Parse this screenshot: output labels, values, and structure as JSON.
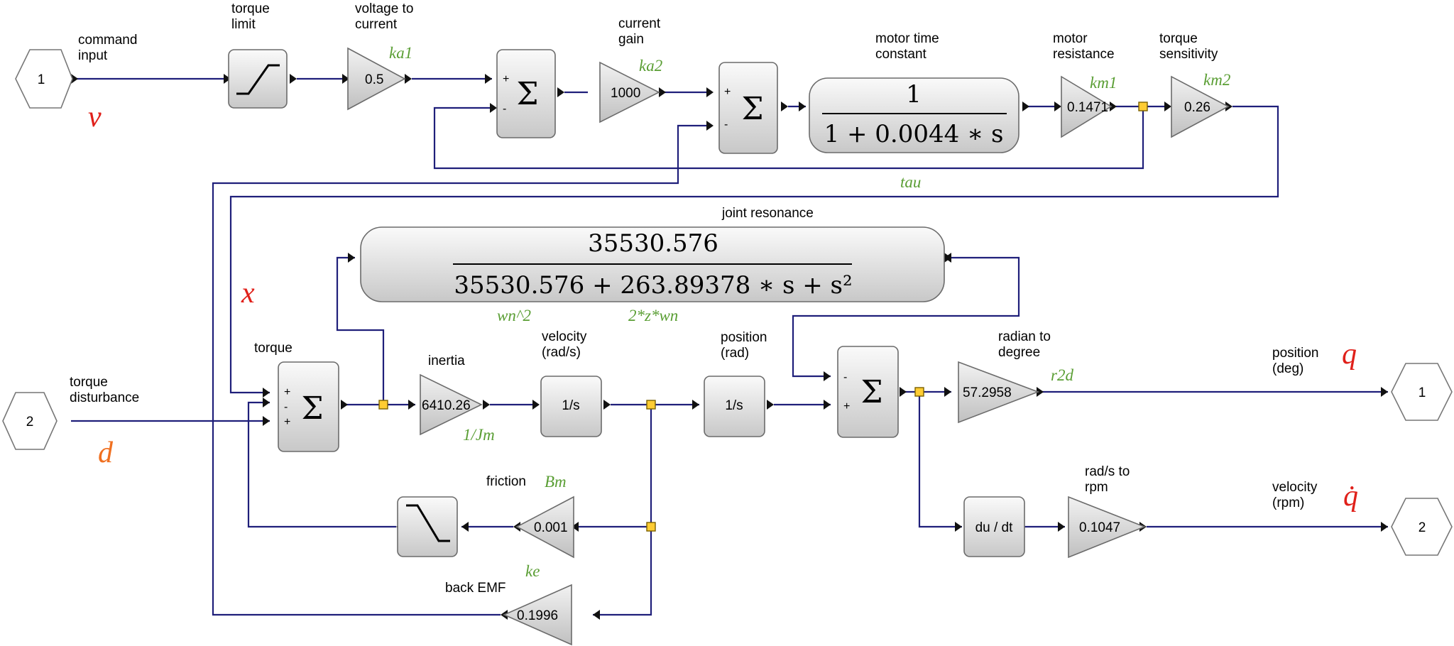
{
  "blocks": {
    "in1": {
      "port": "1",
      "label": "command\ninput",
      "symbol": "v"
    },
    "in2": {
      "port": "2",
      "label": "torque\ndisturbance",
      "symbol": "d"
    },
    "out1": {
      "port": "1",
      "label": "position\n(deg)",
      "symbol": "q"
    },
    "out2": {
      "port": "2",
      "label": "velocity\n(rpm)",
      "symbol": "q̇"
    },
    "torque_limit": {
      "label": "torque\nlimit"
    },
    "ka1": {
      "label": "voltage to\ncurrent",
      "value": "0.5",
      "param": "ka1"
    },
    "sum1": {
      "signs": [
        "+",
        "-"
      ],
      "symbol": "Σ"
    },
    "ka2": {
      "label": "current\ngain",
      "value": "1000",
      "param": "ka2"
    },
    "sum2": {
      "signs": [
        "+",
        "-"
      ],
      "symbol": "Σ"
    },
    "motor_tf": {
      "label": "motor time\nconstant",
      "numerator": "1",
      "denominator": "1 + 0.0044 ∗ s"
    },
    "km1": {
      "label": "motor\nresistance",
      "value": "0.1471",
      "param": "km1"
    },
    "km2": {
      "label": "torque\nsensitivity",
      "value": "0.26",
      "param": "km2"
    },
    "tau_label": "tau",
    "x_symbol": "x",
    "resonance_tf": {
      "label": "joint resonance",
      "numerator": "35530.576",
      "denominator": "35530.576 + 263.89378 ∗ s + s²",
      "annot1": "wn^2",
      "annot2": "2*z*wn"
    },
    "sum_torque": {
      "label": "torque",
      "signs": [
        "+",
        "-",
        "+"
      ],
      "symbol": "Σ"
    },
    "inertia": {
      "label": "inertia",
      "value": "6410.26",
      "param": "1/Jm"
    },
    "int_vel": {
      "label": "velocity\n(rad/s)",
      "value": "1/s"
    },
    "int_pos": {
      "label": "position\n(rad)",
      "value": "1/s"
    },
    "sum_pos": {
      "signs": [
        "-",
        "+"
      ],
      "symbol": "Σ"
    },
    "r2d": {
      "label": "radian to\ndegree",
      "value": "57.2958",
      "param": "r2d"
    },
    "friction": {
      "label": "friction",
      "value": "0.001",
      "param": "Bm"
    },
    "back_emf": {
      "label": "back EMF",
      "value": "0.1996",
      "param": "ke"
    },
    "deriv": {
      "value": "du / dt"
    },
    "rpm": {
      "label": "rad/s to\nrpm",
      "value": "0.1047"
    }
  },
  "colors": {
    "wire": "#1f1f7a",
    "param": "#5a9e34",
    "symbol_red": "#e0201a",
    "symbol_orange": "#f07020",
    "junction": "#ffcc33"
  }
}
